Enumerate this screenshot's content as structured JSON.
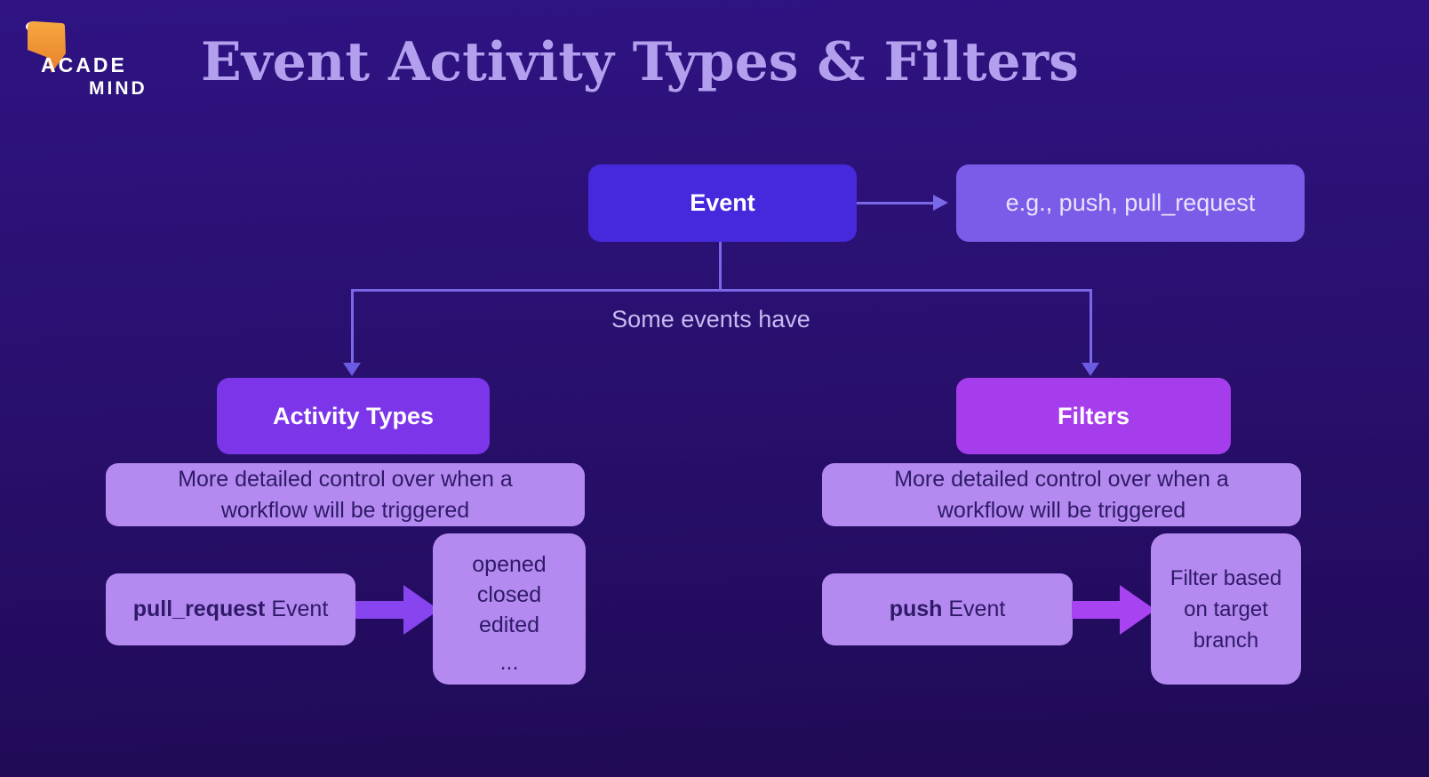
{
  "logo": {
    "line1": "ACADE",
    "line2": "MIND",
    "icon": "academind-ribbon-icon"
  },
  "title": "Event Activity Types & Filters",
  "colors": {
    "background_top": "#2f1383",
    "background_bottom": "#1f0a55",
    "event_node": "#4629dc",
    "example_node": "#7b5ce9",
    "activity_types_node": "#7c35e9",
    "filters_node": "#a63ded",
    "info_box": "#b48af0",
    "connector": "#7a68e8",
    "arrowhead": "#6b5ae2",
    "block_arrow_left": "#8844ef",
    "block_arrow_right": "#a843f2",
    "title_text": "#b2a0ee",
    "branch_label_text": "#c8b9f1",
    "dark_text": "#2e1a67",
    "logo_orange_top": "#f6a83f",
    "logo_orange_bottom": "#e8802d"
  },
  "diagram": {
    "event_node": {
      "label": "Event"
    },
    "example_node": {
      "label": "e.g., push, pull_request"
    },
    "branch_label": "Some events have",
    "left": {
      "header": "Activity Types",
      "description": "More detailed control over when a workflow will be triggered",
      "example_event": {
        "highlight": "pull_request",
        "rest": " Event"
      },
      "values": [
        "opened",
        "closed",
        "edited",
        "..."
      ]
    },
    "right": {
      "header": "Filters",
      "description": "More detailed control over when a workflow will be triggered",
      "example_event": {
        "highlight": "push",
        "rest": " Event"
      },
      "result": "Filter based on target branch"
    }
  }
}
